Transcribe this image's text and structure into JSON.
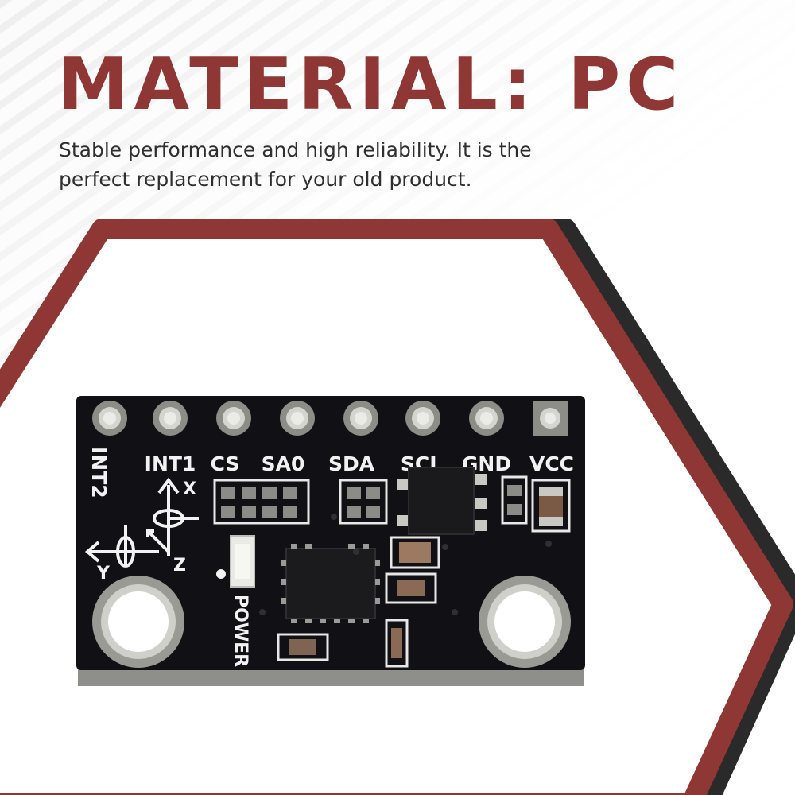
{
  "header": {
    "title": "MATERIAL: PC",
    "description": "Stable performance and high reliability. It is the perfect replacement for your old product."
  },
  "board": {
    "pin_labels": [
      "INT2",
      "INT1",
      "CS",
      "SA0",
      "SDA",
      "SCL",
      "GND",
      "VCC"
    ],
    "power_label": "POWER",
    "axis_labels": {
      "x": "X",
      "y": "Y",
      "z": "Z"
    }
  },
  "colors": {
    "accent": "#8f3735",
    "frame_dark": "#2a2a2a",
    "board": "#111115",
    "silkscreen": "#f2f2f2"
  }
}
